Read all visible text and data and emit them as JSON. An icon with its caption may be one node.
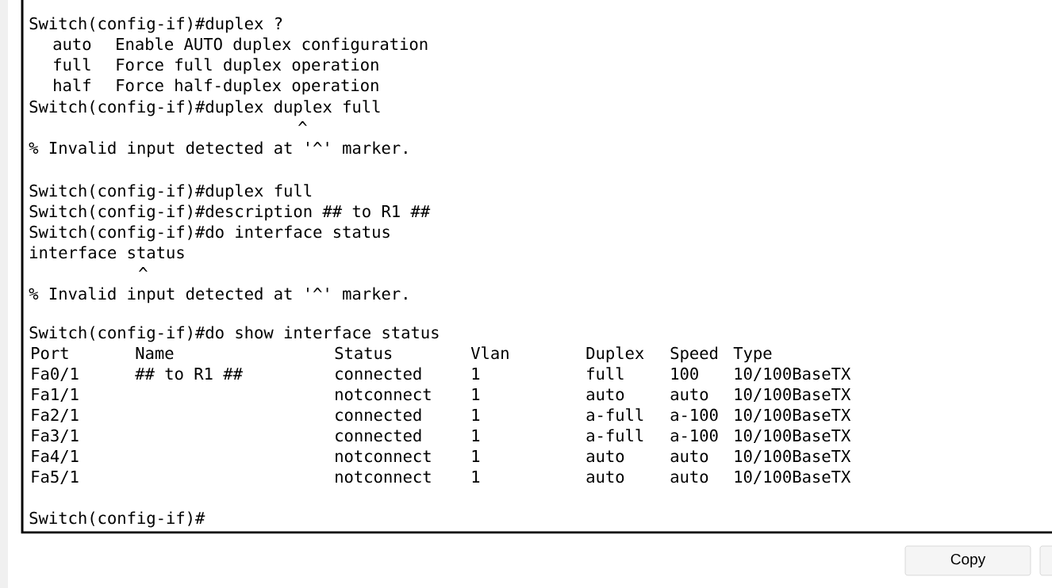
{
  "diagram": {
    "labels": [
      "Switch(config-if)#duplex ?",
      "auto",
      "Enable AUTO duplex configuration",
      "full",
      "Force full duplex operation",
      "half",
      "Force half-duplex operation",
      "Switch(config-if)#duplex duplex full",
      "^",
      "% Invalid input detected at '^' marker.",
      "Switch(config-if)#duplex full",
      "Switch(config-if)#description ## to R1 ##",
      "Switch(config-if)#do interface status",
      "interface status",
      "^",
      "% Invalid input detected at '^' marker.",
      "Switch(config-if)#do show interface status",
      "Port",
      "Name",
      "Status",
      "Vlan",
      "Duplex",
      "Speed",
      "Type",
      "Fa0/1",
      "## to R1 ##",
      "connected",
      "1",
      "full",
      "100",
      "10/100BaseTX",
      "Fa1/1",
      "notconnect",
      "1",
      "auto",
      "auto",
      "10/100BaseTX",
      "Fa2/1",
      "connected",
      "1",
      "a-full",
      "a-100",
      "10/100BaseTX",
      "Fa3/1",
      "connected",
      "1",
      "a-full",
      "a-100",
      "10/100BaseTX",
      "Fa4/1",
      "notconnect",
      "1",
      "auto",
      "auto",
      "10/100BaseTX",
      "Fa5/1",
      "notconnect",
      "1",
      "auto",
      "auto",
      "10/100BaseTX",
      "Switch(config-if)#",
      "Copy"
    ]
  }
}
